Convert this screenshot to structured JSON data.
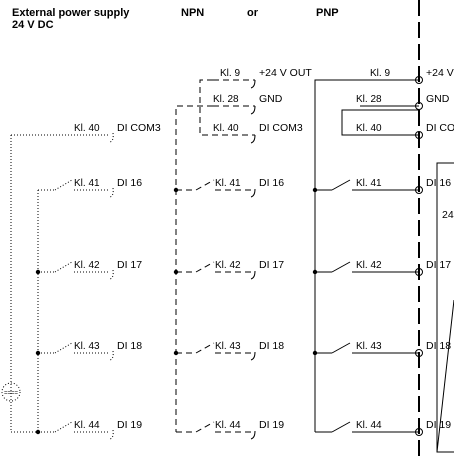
{
  "headers": {
    "ext_line1": "External power supply",
    "ext_line2": "24 V DC",
    "npn": "NPN",
    "or": "or",
    "pnp": "PNP"
  },
  "top_terminals": {
    "t9": "Kl. 9",
    "t28": "Kl. 28",
    "t40": "Kl. 40",
    "out": "+24 V OUT",
    "gnd": "GND",
    "com": "DI COM3"
  },
  "inputs": [
    {
      "terminal": "Kl. 41",
      "signal": "DI 16"
    },
    {
      "terminal": "Kl. 42",
      "signal": "DI 17"
    },
    {
      "terminal": "Kl. 43",
      "signal": "DI 18"
    },
    {
      "terminal": "Kl. 44",
      "signal": "DI 19"
    }
  ],
  "module_label": "24",
  "supply_symbol": "===="
}
